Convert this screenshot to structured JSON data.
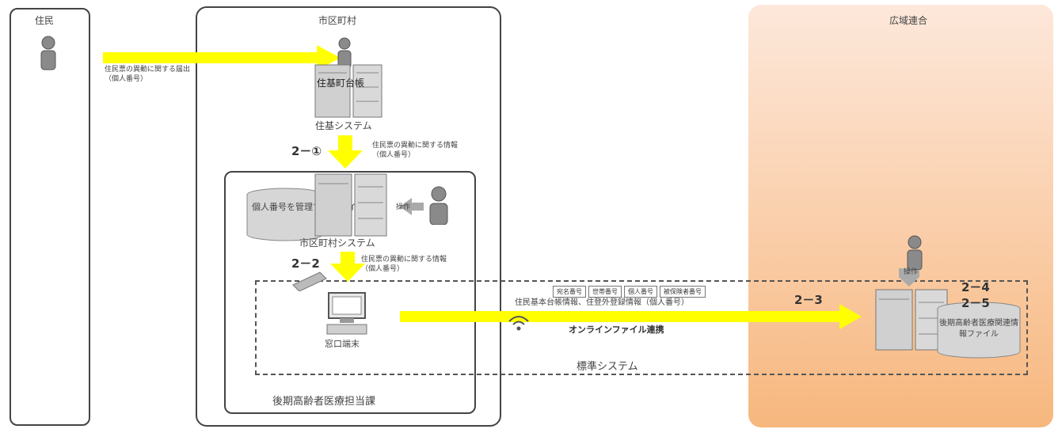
{
  "diagram": {
    "panels": {
      "resident": "住民",
      "municipality": "市区町村",
      "union": "広域連合",
      "dept": "後期高齢者医療担当課",
      "standard_system": "標準システム"
    },
    "systems": {
      "registry_title": "住基町台帳",
      "registry_system": "住基システム",
      "municipal_file": "個人番号を管理するファイル",
      "municipal_system": "市区町村システム",
      "window_terminal": "窓口端末",
      "union_file": "後期高齢者医療関連情報ファイル"
    },
    "flows": {
      "report": [
        "住民票の異動に関する届出",
        "（個人番号）"
      ],
      "info_1": [
        "住民票の異動に関する情報",
        "（個人番号）"
      ],
      "info_2": [
        "住民票の異動に関する情報",
        "（個人番号）"
      ],
      "operation": "操作",
      "online": "オンラインファイル連携",
      "transfer_info": "住民基本台帳情報、住登外登録情報（個人番号）",
      "tags": [
        "宛名番号",
        "世帯番号",
        "個人番号",
        "被保険者番号"
      ],
      "union_op": "操作"
    },
    "steps": {
      "s1": "2－①",
      "s2": "2－2",
      "s3": "2－3",
      "s4": "2－4",
      "s5": "2－5"
    },
    "colors": {
      "arrow": "#ffff00",
      "union_gradient_top": "#fde8db",
      "union_gradient_bottom": "#f7b77e",
      "server": "#c9c9c9",
      "person": "#8a8a8a"
    }
  }
}
